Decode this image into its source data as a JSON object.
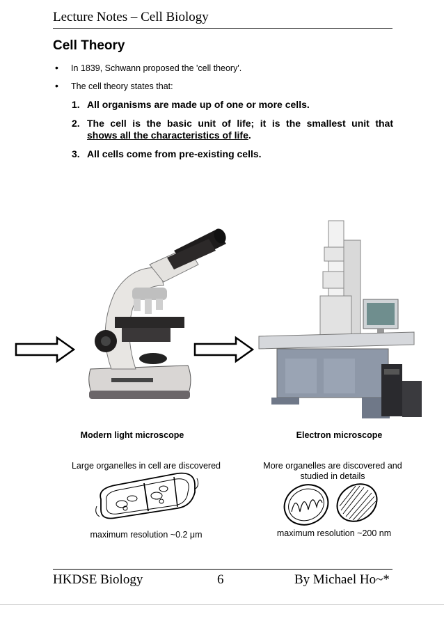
{
  "header": {
    "title": "Lecture Notes – Cell Biology"
  },
  "section": {
    "title": "Cell Theory",
    "bullets": [
      "In 1839, Schwann proposed the 'cell theory'.",
      "The cell theory states that:"
    ],
    "numbered": [
      {
        "num": "1.",
        "text": "All organisms are made up of one or more cells."
      },
      {
        "num": "2.",
        "text_line1": "The cell is the basic unit of life; it is the smallest unit that",
        "text_line2_underlined": "shows all the characteristics of life",
        "text_line2_tail": "."
      },
      {
        "num": "3.",
        "text": "All cells come from pre-existing cells."
      }
    ]
  },
  "figures": {
    "light": {
      "caption": "Modern light microscope",
      "description": "Large organelles in cell are discovered",
      "resolution": "maximum resolution ~0.2 μm"
    },
    "electron": {
      "caption": "Electron microscope",
      "description_line1": "More organelles are discovered and",
      "description_line2": "studied in details",
      "resolution": "maximum resolution ~200 nm"
    }
  },
  "footer": {
    "left": "HKDSE Biology",
    "page": "6",
    "right": "By Michael Ho~*"
  }
}
